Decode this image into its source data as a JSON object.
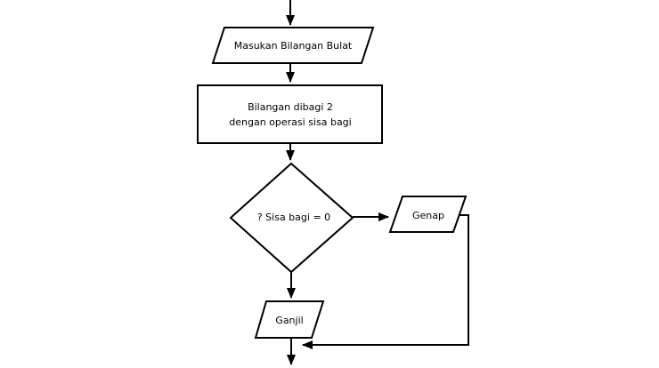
{
  "diagram": {
    "type": "flowchart",
    "colors": {
      "background": "#ffffff",
      "shape_fill": "#ffffff",
      "stroke": "#000000",
      "text": "#000000"
    },
    "nodes": {
      "input": {
        "shape": "parallelogram",
        "label": "Masukan Bilangan Bulat"
      },
      "process": {
        "shape": "rectangle",
        "label": "Bilangan dibagi 2 dengan operasi sisa bagi",
        "label_line1": "Bilangan dibagi 2",
        "label_line2": "dengan operasi sisa bagi"
      },
      "decision": {
        "shape": "diamond",
        "label": "? Sisa bagi = 0"
      },
      "genap": {
        "shape": "parallelogram",
        "label": "Genap"
      },
      "ganjil": {
        "shape": "parallelogram",
        "label": "Ganjil"
      }
    },
    "edges": [
      {
        "from": "start",
        "to": "input",
        "direction": "down"
      },
      {
        "from": "input",
        "to": "process",
        "direction": "down"
      },
      {
        "from": "process",
        "to": "decision",
        "direction": "down"
      },
      {
        "from": "decision",
        "to": "genap",
        "direction": "right"
      },
      {
        "from": "decision",
        "to": "ganjil",
        "direction": "down"
      },
      {
        "from": "genap",
        "to": "merge-below-ganjil",
        "direction": "right-down-left"
      },
      {
        "from": "ganjil",
        "to": "end",
        "direction": "down"
      }
    ]
  }
}
